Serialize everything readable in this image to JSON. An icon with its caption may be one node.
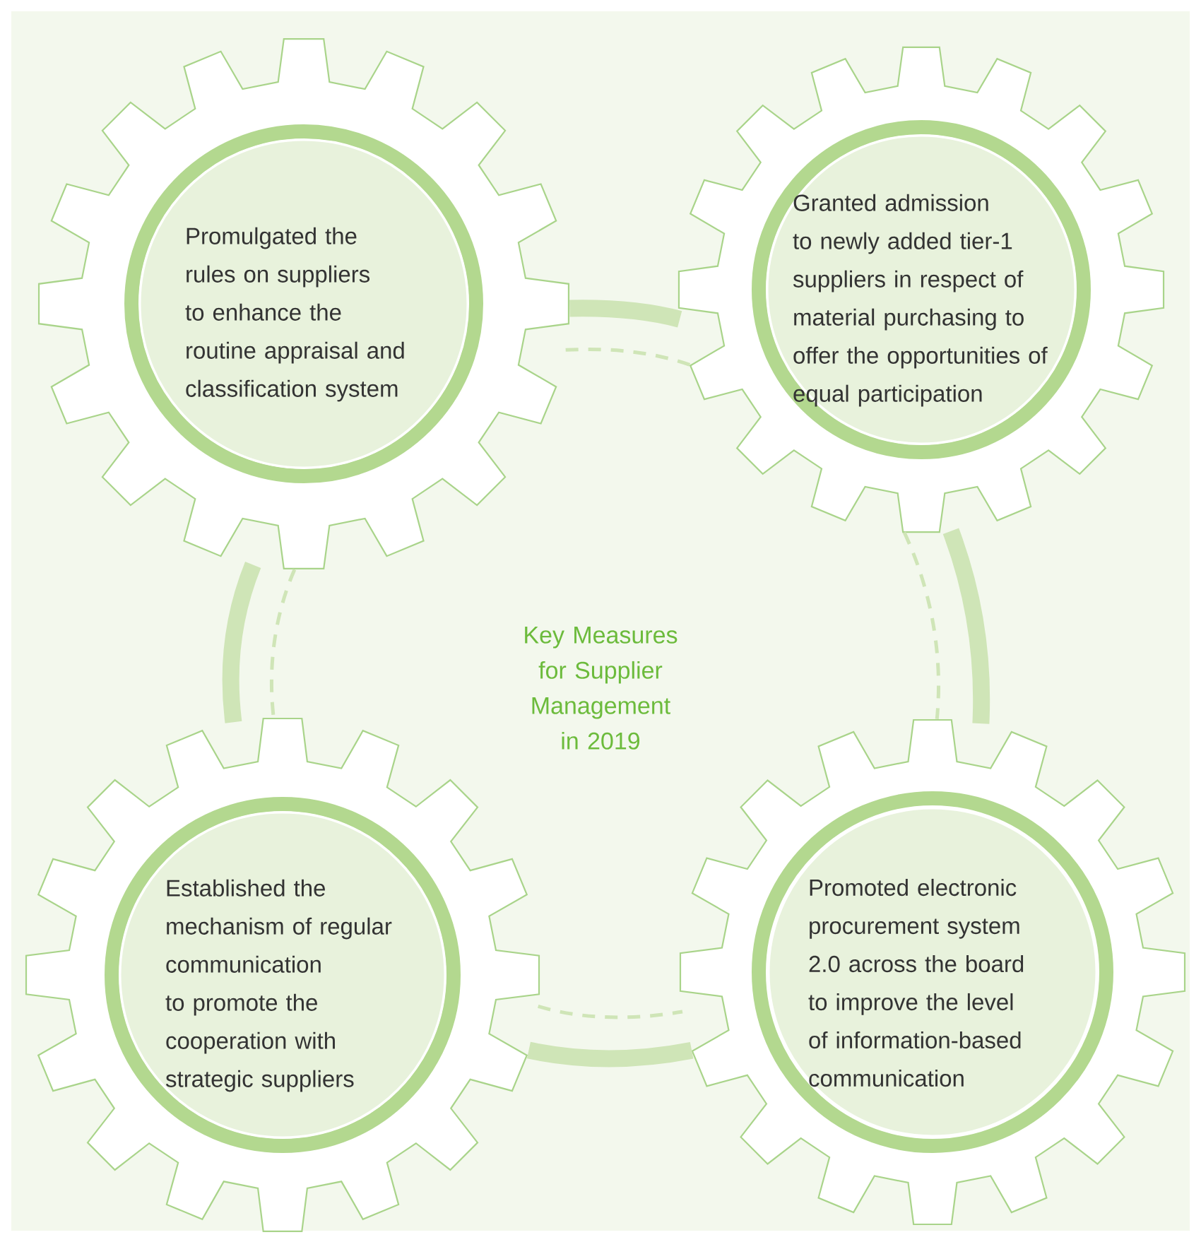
{
  "diagram": {
    "title": "Key Measures for Supplier Management in 2019",
    "nodes": [
      {
        "text": [
          "Promulgated the rules on suppliers to enhance the routine appraisal and classification system"
        ]
      },
      {
        "text": [
          "Granted admission to newly added tier-1 suppliers in respect of material purchasing to offer the opportunities of equal participation"
        ]
      },
      {
        "text": [
          "Established the mechanism of regular communication to promote the cooperation with strategic suppliers"
        ]
      },
      {
        "text": [
          "Promoted electronic procurement system 2.0 across the board to improve the level of information-based communication"
        ]
      }
    ],
    "edges": [
      {
        "from": 0,
        "to": 1,
        "arrow": "none",
        "style": "thick"
      },
      {
        "from": 0,
        "to": 1,
        "arrow": "none",
        "style": "dashed"
      },
      {
        "from": 0,
        "to": 2,
        "arrow": "none",
        "style": "thick"
      },
      {
        "from": 0,
        "to": 2,
        "arrow": "none",
        "style": "dashed"
      },
      {
        "from": 1,
        "to": 3,
        "arrow": "none",
        "style": "thick"
      },
      {
        "from": 1,
        "to": 3,
        "arrow": "none",
        "style": "dashed"
      },
      {
        "from": 2,
        "to": 3,
        "arrow": "none",
        "style": "thick"
      },
      {
        "from": 2,
        "to": 3,
        "arrow": "none",
        "style": "dashed"
      }
    ]
  }
}
